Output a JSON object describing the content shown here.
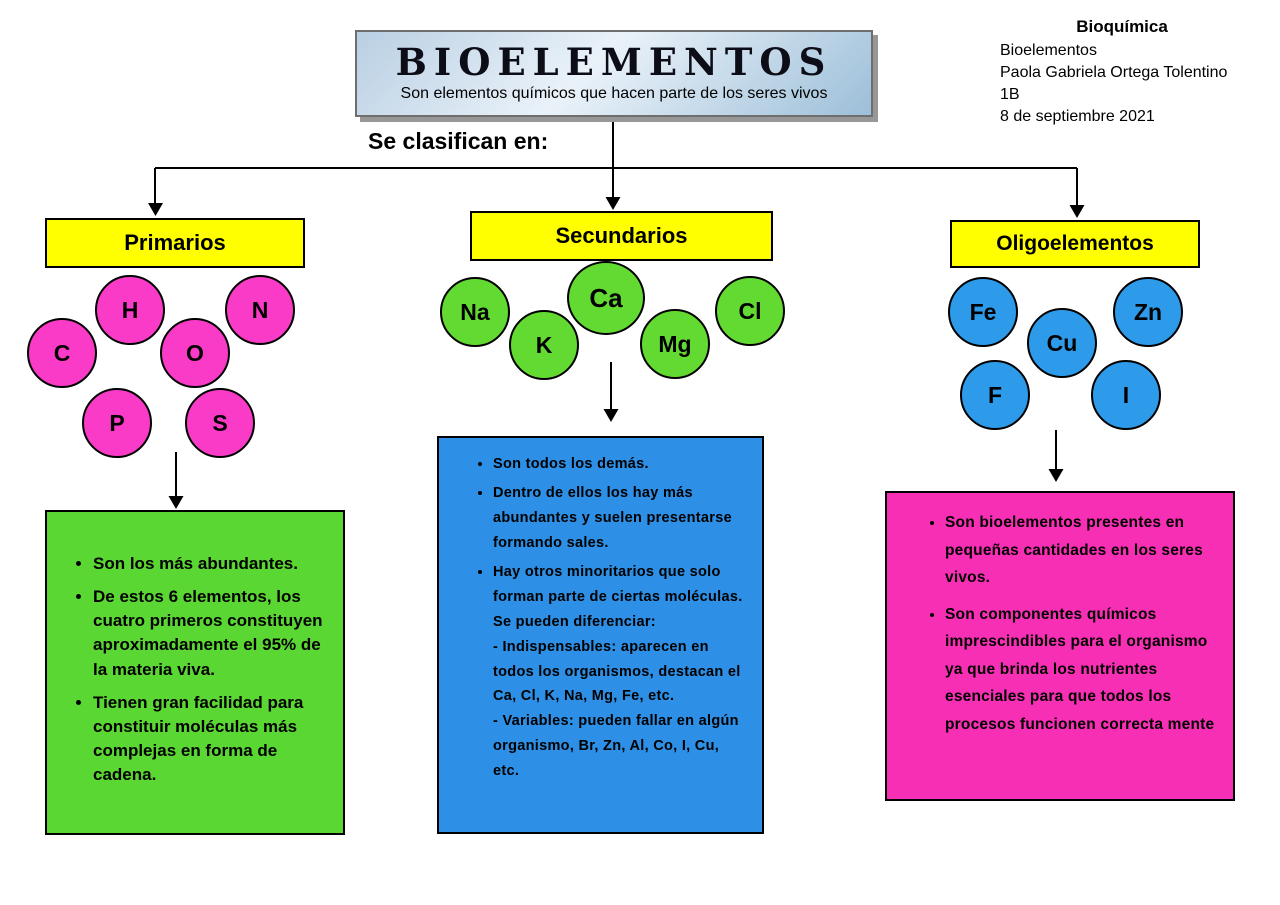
{
  "header_note": {
    "title": "Bioquímica",
    "lines": [
      "Bioelementos",
      "Paola Gabriela Ortega Tolentino",
      "1B",
      "8 de septiembre 2021"
    ]
  },
  "title_box": {
    "title": "BIOELEMENTOS",
    "subtitle": "Son elementos químicos que hacen parte de los seres vivos"
  },
  "classify_label": "Se clasifican en:",
  "branches": {
    "primarios": {
      "label": "Primarios",
      "elements": [
        "H",
        "N",
        "C",
        "O",
        "P",
        "S"
      ],
      "bullets": [
        "Son los más abundantes.",
        "De estos 6 elementos, los cuatro primeros constituyen aproximadamente el 95% de la materia viva.",
        "Tienen gran facilidad para constituir moléculas más complejas en forma de cadena."
      ]
    },
    "secundarios": {
      "label": "Secundarios",
      "elements": [
        "Na",
        "Ca",
        "K",
        "Mg",
        "Cl"
      ],
      "bullets": [
        "Son todos los demás.",
        "Dentro de ellos los hay más abundantes y suelen presentarse formando sales.",
        "Hay otros minoritarios que solo forman parte de ciertas moléculas. Se pueden diferenciar:\n- Indispensables: aparecen en todos los organismos, destacan el Ca, Cl, K, Na, Mg, Fe, etc.\n- Variables: pueden fallar en algún organismo, Br, Zn, Al, Co, I, Cu, etc."
      ]
    },
    "oligoelementos": {
      "label": "Oligoelementos",
      "elements": [
        "Fe",
        "Zn",
        "Cu",
        "F",
        "I"
      ],
      "bullets": [
        "Son bioelementos presentes en pequeñas cantidades en los seres vivos.",
        "Son componentes químicos imprescindibles para el organismo ya que brinda los nutrientes esenciales para que todos los procesos funcionen correcta mente"
      ]
    }
  },
  "colors": {
    "category_yellow": "#FFFF00",
    "primarios_pink": "#F93BC7",
    "secundarios_green": "#63DA32",
    "oligo_blue": "#2D9BEA",
    "box_green": "#5BD733",
    "box_blue": "#2D8FE5",
    "box_pink": "#F72FB4"
  }
}
